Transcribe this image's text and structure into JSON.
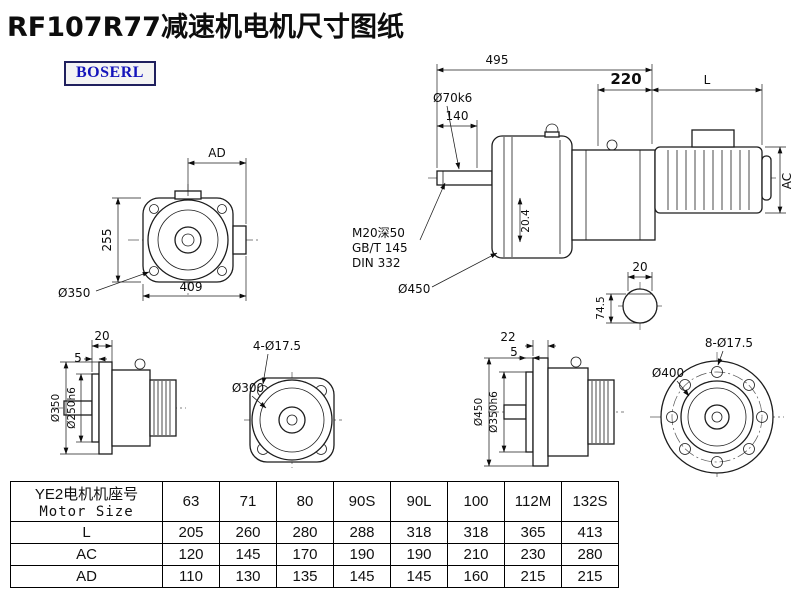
{
  "page": {
    "title": "RF107R77减速机电机尺寸图纸",
    "logo": "BOSERL"
  },
  "views": {
    "main": {
      "dim_495": "495",
      "dim_140": "140",
      "shaft_dia": "Ø70k6",
      "dim_220": "220",
      "dim_L": "L",
      "dim_AC": "AC",
      "dim_204": "20.4",
      "note_tap": "M20深50",
      "note_gbt": "GB/T 145",
      "note_din": "DIN 332",
      "housing_dia": "Ø450",
      "key_width": "20",
      "key_depth": "74.5"
    },
    "front": {
      "dim_AD": "AD",
      "dim_255": "255",
      "dim_409": "409",
      "dim_350": "Ø350"
    },
    "flange_small": {
      "dim_20": "20",
      "dim_5": "5",
      "flange_dia": "Ø350",
      "spigot_dia": "Ø250h6"
    },
    "face4": {
      "holes": "4-Ø17.5",
      "dia": "Ø300"
    },
    "flange_large": {
      "dim_22": "22",
      "dim_5": "5",
      "flange_dia": "Ø450",
      "spigot_dia": "Ø350h6"
    },
    "face8": {
      "dia": "Ø400",
      "holes": "8-Ø17.5"
    }
  },
  "table": {
    "header_cn": "YE2电机机座号",
    "header_en": "Motor Size",
    "sizes": [
      "63",
      "71",
      "80",
      "90S",
      "90L",
      "100",
      "112M",
      "132S"
    ],
    "rows": [
      {
        "label": "L",
        "values": [
          "205",
          "260",
          "280",
          "288",
          "318",
          "318",
          "365",
          "413"
        ]
      },
      {
        "label": "AC",
        "values": [
          "120",
          "145",
          "170",
          "190",
          "190",
          "210",
          "230",
          "280"
        ]
      },
      {
        "label": "AD",
        "values": [
          "110",
          "130",
          "135",
          "145",
          "145",
          "160",
          "215",
          "215"
        ]
      }
    ]
  }
}
